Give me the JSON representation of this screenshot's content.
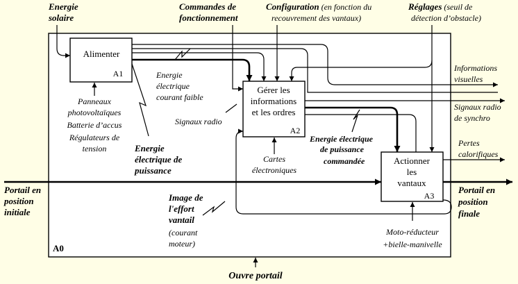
{
  "frame_label": "A0",
  "bottom_control": "Ouvre portail",
  "activities": [
    {
      "title": "Alimenter",
      "id": "A1"
    },
    {
      "title_lines": [
        "Gérer les",
        "informations",
        "et les ordres"
      ],
      "id": "A2"
    },
    {
      "title_lines": [
        "Actionner",
        "les",
        "vantaux"
      ],
      "id": "A3"
    }
  ],
  "inputs": {
    "energie_solaire": [
      "Energie",
      "solaire"
    ],
    "portail_initial": [
      "Portail en",
      "position",
      "initiale"
    ]
  },
  "controls": {
    "commandes": [
      "Commandes de",
      "fonctionnement"
    ],
    "configuration": {
      "bold": "Configuration",
      "rest": " (en fonction du",
      "line2": "recouvrement des vantaux)"
    },
    "reglages": {
      "bold": "Réglages",
      "rest": " (seuil de",
      "line2": "détection d’obstacle)"
    }
  },
  "outputs": {
    "informations_visuelles": [
      "Informations",
      "visuelles"
    ],
    "signaux_radio_synchro": [
      "Signaux radio",
      "de synchro"
    ],
    "pertes_calorifiques": [
      "Pertes",
      "calorifiques"
    ],
    "portail_final": [
      "Portail en",
      "position",
      "finale"
    ]
  },
  "mechanisms": {
    "a1": [
      "Panneaux",
      "photovoltaïques",
      "Batterie d’accus",
      "Régulateurs de",
      "tension"
    ],
    "a2": [
      "Cartes",
      "électroniques"
    ],
    "a3": [
      "Moto-réducteur",
      "+bielle-manivelle"
    ]
  },
  "flows": {
    "energie_faible": [
      "Energie",
      "électrique",
      "courant faible"
    ],
    "signaux_radio": "Signaux radio",
    "energie_puissance": [
      "Energie",
      "électrique de",
      "puissance"
    ],
    "energie_commandee": [
      "Energie électrique",
      "de puissance",
      "commandée"
    ],
    "image_effort": {
      "bold": [
        "Image de",
        "l'effort",
        "vantail"
      ],
      "italic": [
        "(courant",
        "moteur)"
      ]
    }
  }
}
